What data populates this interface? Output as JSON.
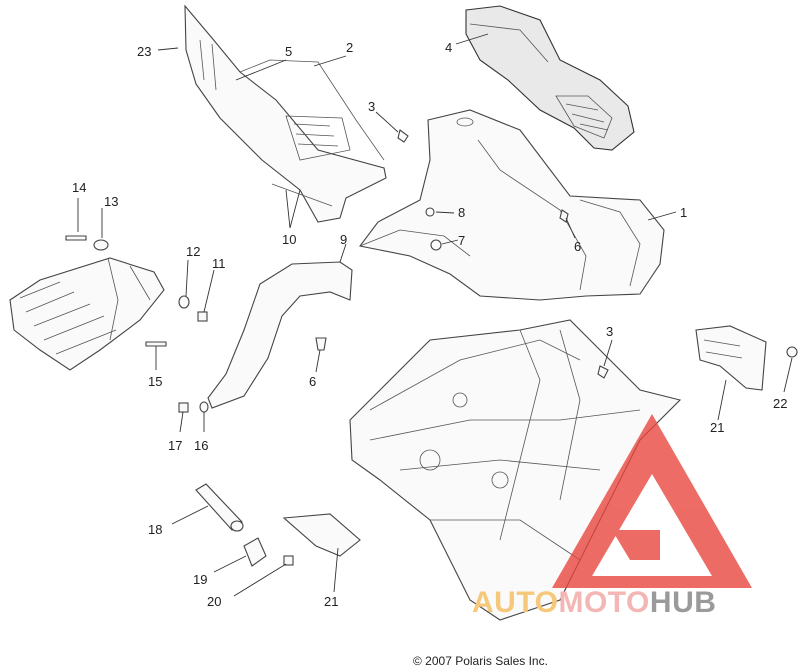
{
  "diagram": {
    "callouts": [
      "23",
      "5",
      "2",
      "4",
      "3",
      "1",
      "8",
      "7",
      "6",
      "14",
      "13",
      "12",
      "11",
      "9",
      "10",
      "15",
      "6",
      "3",
      "21",
      "22",
      "17",
      "16",
      "18",
      "19",
      "20",
      "21"
    ]
  },
  "watermark": {
    "text_parts": [
      "AUTO",
      "MOTO",
      "HUB"
    ],
    "colors": {
      "part1": "#f6c97a",
      "part2": "#f3b6b4",
      "part3": "#9a9a9a",
      "triangle": "#e8473f"
    }
  },
  "footer": {
    "copyright": "© 2007 Polaris Sales Inc."
  }
}
